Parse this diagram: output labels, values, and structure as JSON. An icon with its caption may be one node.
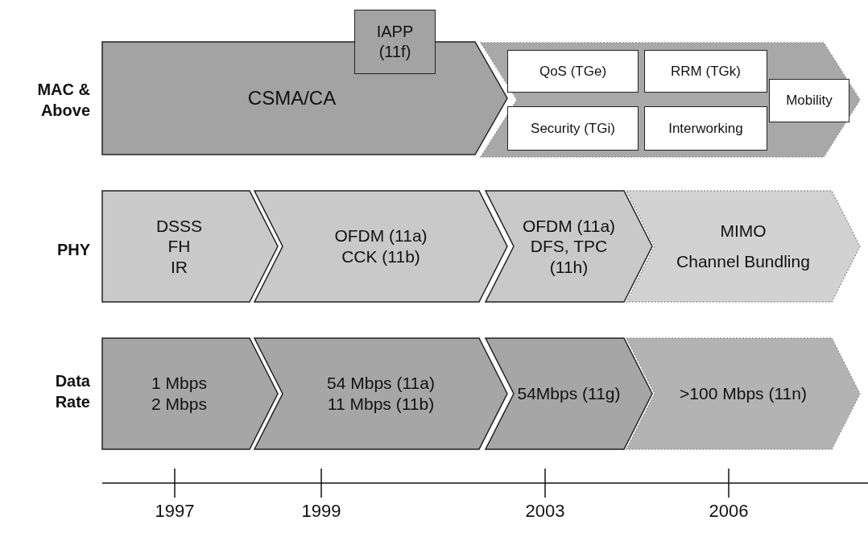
{
  "diagram": {
    "nodes": [
      {
        "text": [
          "CSMA/CA"
        ]
      },
      {
        "text": [
          "IAPP (11f)"
        ]
      },
      {
        "text": [],
        "shape": "chevron"
      },
      {
        "text": [
          "QoS (TGe)"
        ],
        "in": 2
      },
      {
        "text": [
          "RRM (TGk)"
        ],
        "in": 2
      },
      {
        "text": [
          "Security (TGi)"
        ],
        "in": 2
      },
      {
        "text": [
          "Interworking"
        ],
        "in": 2
      },
      {
        "text": [
          "Mobility"
        ],
        "in": 2
      },
      {
        "text": [
          "DSSS",
          "FH",
          "IR"
        ]
      },
      {
        "text": [
          "OFDM (11a)",
          "CCK (11b)"
        ]
      },
      {
        "text": [
          "OFDM (11a)",
          "DFS, TPC (11h)"
        ]
      },
      {
        "text": [
          "MIMO",
          "Channel Bundling"
        ]
      },
      {
        "text": [
          "1 Mbps",
          "2 Mbps"
        ]
      },
      {
        "text": [
          "54 Mbps (11a)",
          "11 Mbps (11b)"
        ]
      },
      {
        "text": [
          "54Mbps (11g)"
        ]
      },
      {
        "text": [
          ">100 Mbps (11n)"
        ]
      }
    ],
    "labels": [
      "MAC & Above",
      "PHY",
      "Data Rate",
      "1997",
      "1999",
      "2003",
      "2006"
    ]
  }
}
